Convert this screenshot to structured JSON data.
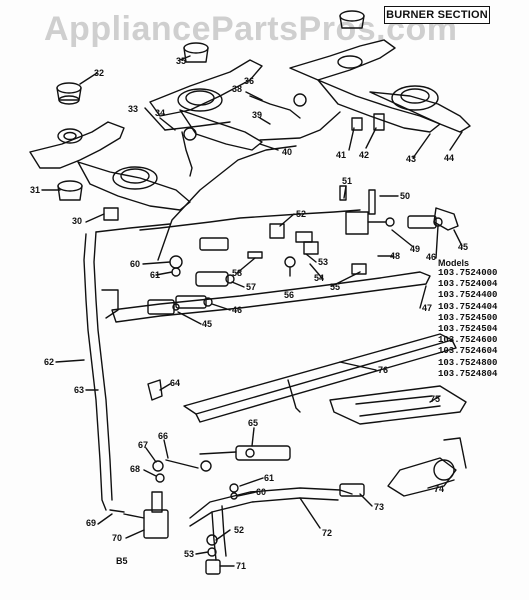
{
  "header": {
    "section_title": "BURNER SECTION",
    "watermark": "AppliancePartsPros.com"
  },
  "models": {
    "heading": "Models",
    "list": [
      "103.7524000",
      "103.7524004",
      "103.7524400",
      "103.7524404",
      "103.7524500",
      "103.7524504",
      "103.7524600",
      "103.7524604",
      "103.7524800",
      "103.7524804"
    ]
  },
  "page_code": "B5",
  "parts": [
    {
      "id": "32",
      "label": "32"
    },
    {
      "id": "35",
      "label": "35"
    },
    {
      "id": "33",
      "label": "33"
    },
    {
      "id": "34",
      "label": "34"
    },
    {
      "id": "36",
      "label": "36"
    },
    {
      "id": "38",
      "label": "38"
    },
    {
      "id": "39",
      "label": "39"
    },
    {
      "id": "40",
      "label": "40"
    },
    {
      "id": "41",
      "label": "41"
    },
    {
      "id": "42",
      "label": "42"
    },
    {
      "id": "43",
      "label": "43"
    },
    {
      "id": "44",
      "label": "44"
    },
    {
      "id": "31",
      "label": "31"
    },
    {
      "id": "30",
      "label": "30"
    },
    {
      "id": "51",
      "label": "51"
    },
    {
      "id": "50",
      "label": "50"
    },
    {
      "id": "52",
      "label": "52"
    },
    {
      "id": "49",
      "label": "49"
    },
    {
      "id": "46a",
      "label": "46"
    },
    {
      "id": "45a",
      "label": "45"
    },
    {
      "id": "48",
      "label": "48"
    },
    {
      "id": "53",
      "label": "53"
    },
    {
      "id": "54",
      "label": "54"
    },
    {
      "id": "55",
      "label": "55"
    },
    {
      "id": "56",
      "label": "56"
    },
    {
      "id": "58",
      "label": "58"
    },
    {
      "id": "57",
      "label": "57"
    },
    {
      "id": "60a",
      "label": "60"
    },
    {
      "id": "61a",
      "label": "61"
    },
    {
      "id": "46b",
      "label": "46"
    },
    {
      "id": "45b",
      "label": "45"
    },
    {
      "id": "47",
      "label": "47"
    },
    {
      "id": "62",
      "label": "62"
    },
    {
      "id": "63",
      "label": "63"
    },
    {
      "id": "64",
      "label": "64"
    },
    {
      "id": "76",
      "label": "76"
    },
    {
      "id": "75",
      "label": "75"
    },
    {
      "id": "65",
      "label": "65"
    },
    {
      "id": "66",
      "label": "66"
    },
    {
      "id": "67",
      "label": "67"
    },
    {
      "id": "68",
      "label": "68"
    },
    {
      "id": "61b",
      "label": "61"
    },
    {
      "id": "60b",
      "label": "60"
    },
    {
      "id": "74",
      "label": "74"
    },
    {
      "id": "73",
      "label": "73"
    },
    {
      "id": "69",
      "label": "69"
    },
    {
      "id": "70",
      "label": "70"
    },
    {
      "id": "72",
      "label": "72"
    },
    {
      "id": "52b",
      "label": "52"
    },
    {
      "id": "53b",
      "label": "53"
    },
    {
      "id": "71",
      "label": "71"
    }
  ]
}
